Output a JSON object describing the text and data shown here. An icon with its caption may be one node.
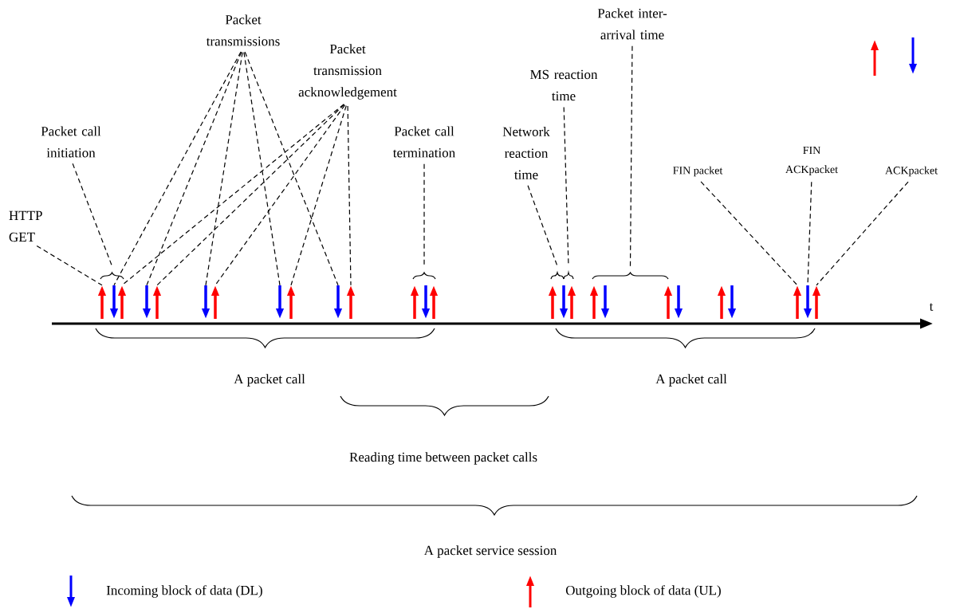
{
  "diagram": {
    "nodes": [
      {
        "text": [
          "Packet transmissions"
        ]
      },
      {
        "text": [
          "Packet inter-arrival time"
        ]
      },
      {
        "text": [
          "Packet transmission acknowledgement"
        ]
      },
      {
        "text": [
          "MS reaction time"
        ]
      },
      {
        "text": [
          "Packet call initiation"
        ]
      },
      {
        "text": [
          "Packet call termination"
        ]
      },
      {
        "text": [
          "Network reaction time"
        ]
      },
      {
        "text": [
          "FIN ACKpacket"
        ]
      },
      {
        "text": [
          "FIN packet"
        ]
      },
      {
        "text": [
          "ACKpacket"
        ]
      },
      {
        "text": [
          "HTTP GET"
        ]
      },
      {
        "text": [],
        "shape": "brace"
      },
      {
        "text": [],
        "shape": "brace"
      },
      {
        "text": [],
        "shape": "brace"
      },
      {
        "text": [],
        "shape": "brace"
      },
      {
        "text": [],
        "shape": "brace"
      },
      {
        "text": [],
        "shape": "arrow"
      },
      {
        "text": [],
        "shape": "arrow"
      },
      {
        "text": [],
        "shape": "arrow"
      },
      {
        "text": [],
        "shape": "arrow"
      },
      {
        "text": [],
        "shape": "arrow"
      },
      {
        "text": [],
        "shape": "arrow"
      },
      {
        "text": [],
        "shape": "arrow"
      },
      {
        "text": [],
        "shape": "arrow"
      },
      {
        "text": [],
        "shape": "arrow"
      },
      {
        "text": [],
        "shape": "arrow"
      },
      {
        "text": [],
        "shape": "arrow"
      },
      {
        "text": [],
        "shape": "arrow"
      },
      {
        "text": [],
        "shape": "arrow"
      },
      {
        "text": [],
        "shape": "arrow"
      },
      {
        "text": [],
        "shape": "arrow"
      },
      {
        "text": [],
        "shape": "arrow"
      },
      {
        "text": [],
        "shape": "arrow"
      },
      {
        "text": [],
        "shape": "arrow"
      },
      {
        "text": [],
        "shape": "arrow"
      },
      {
        "text": [],
        "shape": "arrow"
      },
      {
        "text": [],
        "shape": "arrow"
      },
      {
        "text": [],
        "shape": "arrow"
      },
      {
        "text": [],
        "shape": "arrow"
      },
      {
        "text": [],
        "shape": "arrow"
      },
      {
        "text": [],
        "shape": "arrow"
      },
      {
        "text": [],
        "shape": "arrow"
      }
    ],
    "edges": [
      {
        "from": 10,
        "to": 16,
        "arrow": "none",
        "style": "dashed"
      },
      {
        "from": 4,
        "to": 11,
        "arrow": "none",
        "style": "dashed"
      },
      {
        "from": 0,
        "to": 17,
        "arrow": "none",
        "style": "dashed"
      },
      {
        "from": 0,
        "to": 19,
        "arrow": "none",
        "style": "dashed"
      },
      {
        "from": 0,
        "to": 21,
        "arrow": "none",
        "style": "dashed"
      },
      {
        "from": 0,
        "to": 23,
        "arrow": "none",
        "style": "dashed"
      },
      {
        "from": 0,
        "to": 25,
        "arrow": "none",
        "style": "dashed"
      },
      {
        "from": 2,
        "to": 18,
        "arrow": "none",
        "style": "dashed"
      },
      {
        "from": 2,
        "to": 20,
        "arrow": "none",
        "style": "dashed"
      },
      {
        "from": 2,
        "to": 22,
        "arrow": "none",
        "style": "dashed"
      },
      {
        "from": 2,
        "to": 24,
        "arrow": "none",
        "style": "dashed"
      },
      {
        "from": 2,
        "to": 26,
        "arrow": "none",
        "style": "dashed"
      },
      {
        "from": 5,
        "to": 12,
        "arrow": "none",
        "style": "dashed"
      },
      {
        "from": 6,
        "to": 13,
        "arrow": "none",
        "style": "dashed"
      },
      {
        "from": 3,
        "to": 14,
        "arrow": "none",
        "style": "dashed"
      },
      {
        "from": 1,
        "to": 15,
        "arrow": "none",
        "style": "dashed"
      },
      {
        "from": 8,
        "to": 39,
        "arrow": "none",
        "style": "dashed"
      },
      {
        "from": 7,
        "to": 40,
        "arrow": "none",
        "style": "dashed"
      },
      {
        "from": 9,
        "to": 41,
        "arrow": "none",
        "style": "dashed"
      }
    ],
    "labels": [
      "t",
      "A packet call",
      "A packet call",
      "Reading time between packet calls",
      "A packet service session"
    ],
    "legend": [
      {
        "text": "Incoming block of data (DL)",
        "color": "#0000ff"
      },
      {
        "text": "Outgoing block of data (UL)",
        "color": "#ff0000"
      }
    ]
  }
}
